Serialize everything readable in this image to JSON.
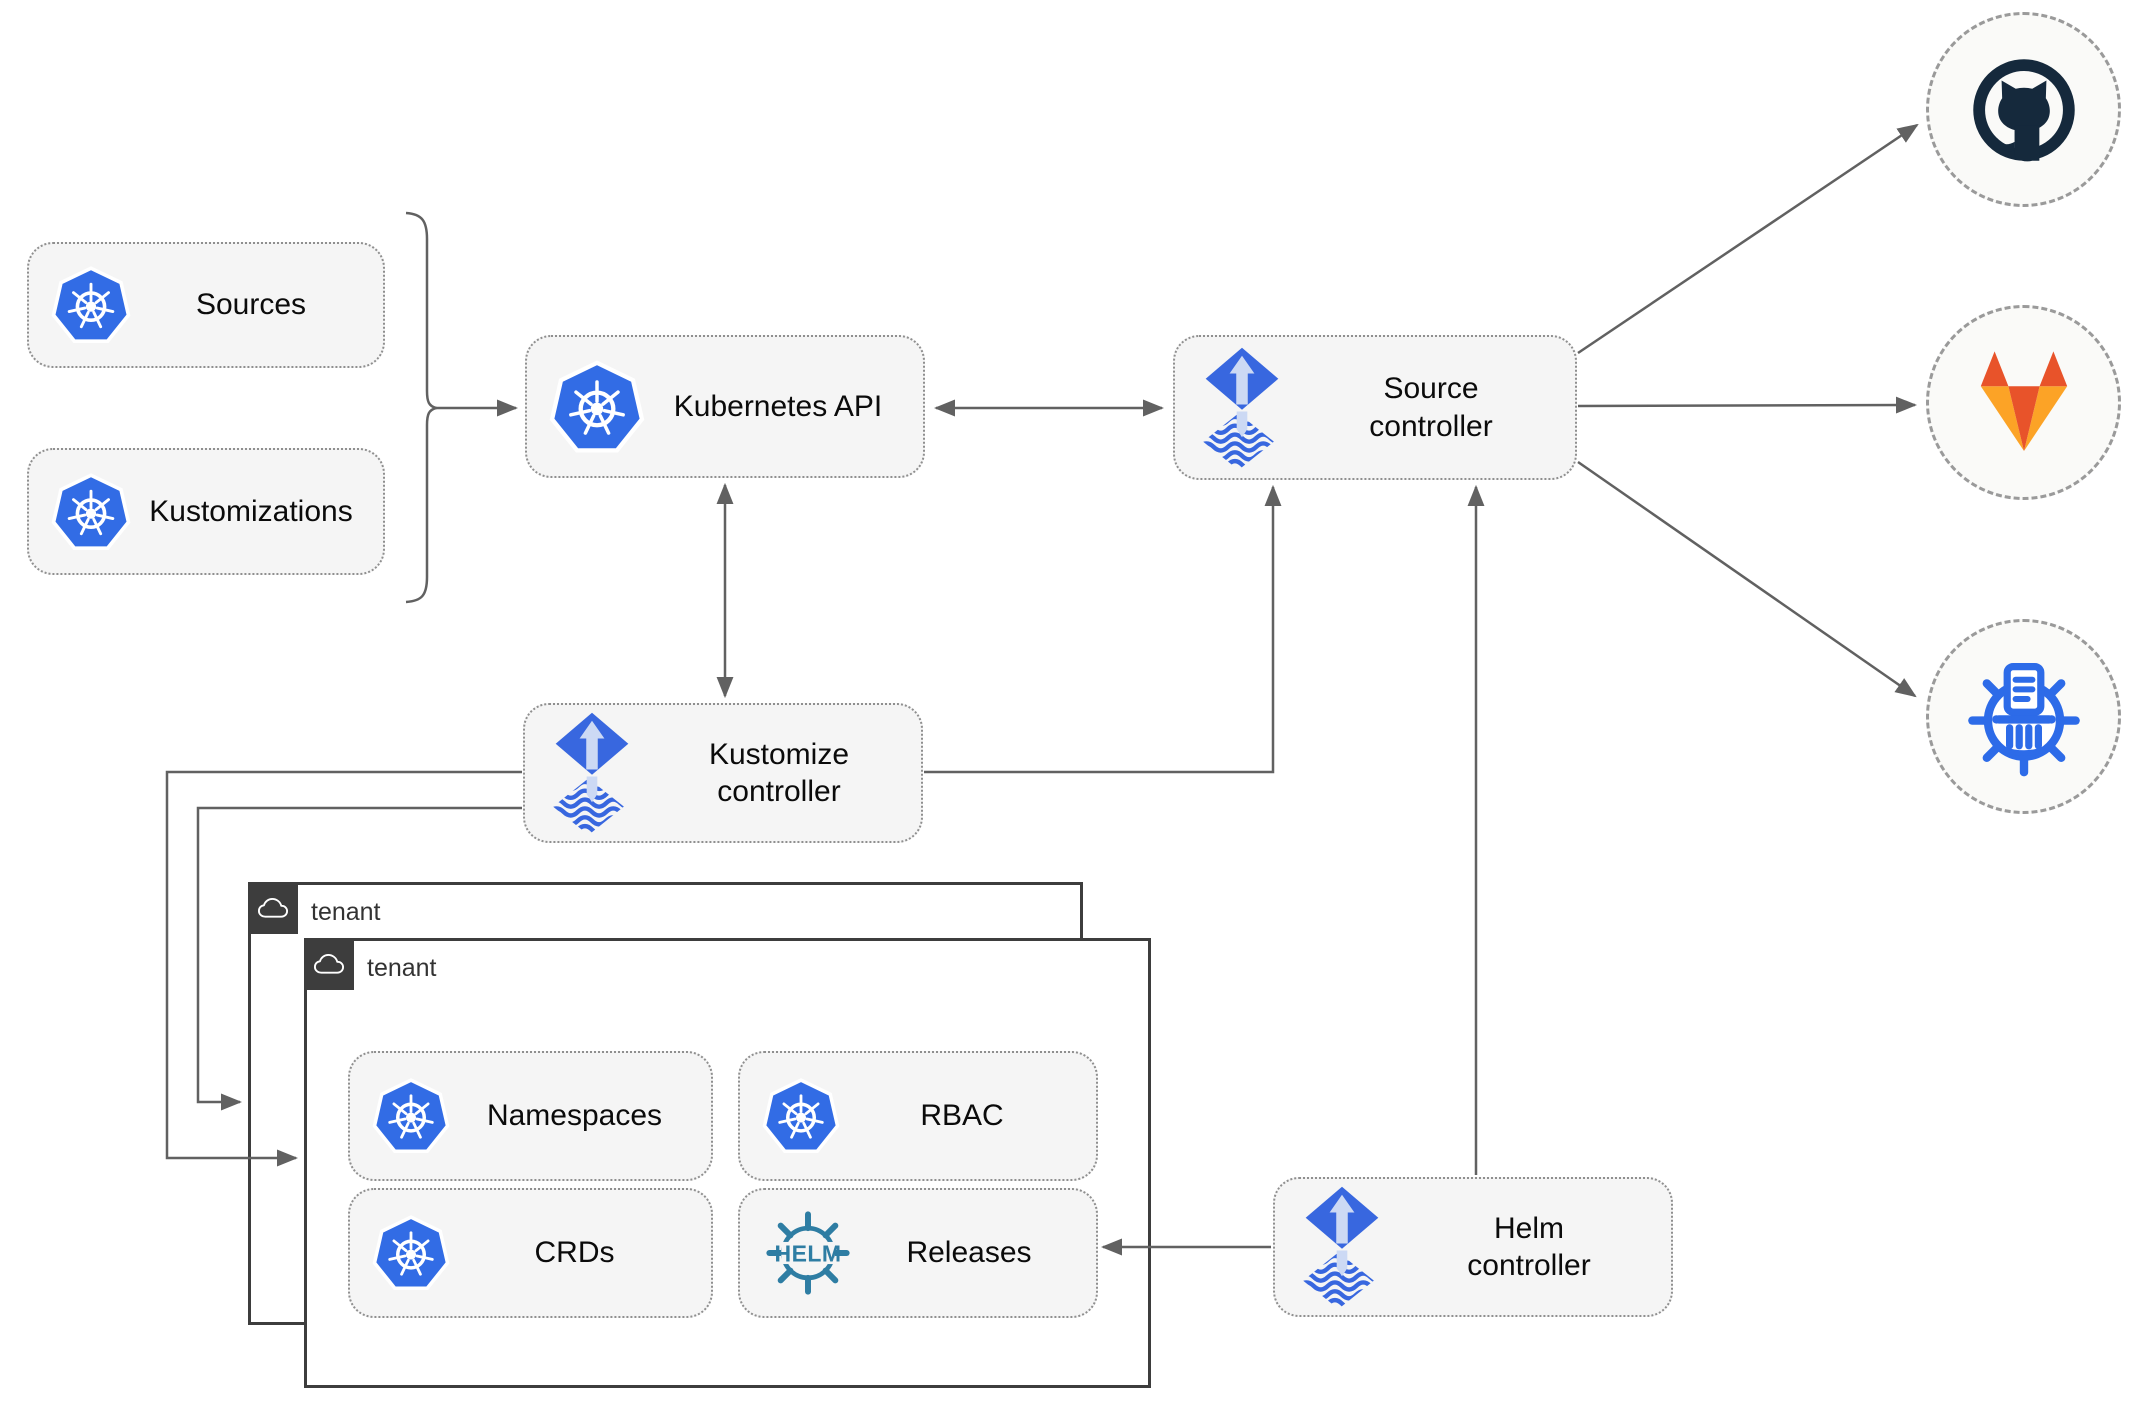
{
  "nodes": {
    "sources": {
      "label": "Sources",
      "icon": "kubernetes-icon"
    },
    "kustomizations": {
      "label": "Kustomizations",
      "icon": "kubernetes-icon"
    },
    "kubernetes_api": {
      "label": "Kubernetes API",
      "icon": "kubernetes-icon"
    },
    "source_controller": {
      "label": "Source controller",
      "icon": "flux-icon"
    },
    "kustomize_controller": {
      "label": "Kustomize controller",
      "icon": "flux-icon"
    },
    "helm_controller": {
      "label": "Helm controller",
      "icon": "flux-icon"
    },
    "namespaces": {
      "label": "Namespaces",
      "icon": "kubernetes-icon"
    },
    "rbac": {
      "label": "RBAC",
      "icon": "kubernetes-icon"
    },
    "crds": {
      "label": "CRDs",
      "icon": "kubernetes-icon"
    },
    "releases": {
      "label": "Releases",
      "icon": "helm-icon",
      "logo_text": "HELM"
    }
  },
  "groups": {
    "tenant_back": {
      "label": "tenant",
      "icon": "cloud-icon"
    },
    "tenant_front": {
      "label": "tenant",
      "icon": "cloud-icon"
    }
  },
  "external_targets": {
    "github": {
      "icon": "github-icon"
    },
    "gitlab": {
      "icon": "gitlab-icon"
    },
    "chartmuseum": {
      "icon": "chartmuseum-icon"
    }
  },
  "edges": [
    {
      "from": "sources/kustomizations brace",
      "to": "kubernetes_api",
      "style": "arrow"
    },
    {
      "from": "kubernetes_api",
      "to": "source_controller",
      "style": "double-arrow"
    },
    {
      "from": "kubernetes_api",
      "to": "kustomize_controller",
      "style": "double-arrow"
    },
    {
      "from": "kustomize_controller",
      "to": "source_controller",
      "style": "arrow"
    },
    {
      "from": "kustomize_controller",
      "to": "tenant_front",
      "style": "arrow"
    },
    {
      "from": "kustomize_controller",
      "to": "tenant_back",
      "style": "arrow"
    },
    {
      "from": "helm_controller",
      "to": "source_controller",
      "style": "arrow"
    },
    {
      "from": "helm_controller",
      "to": "releases",
      "style": "arrow"
    },
    {
      "from": "source_controller",
      "to": "github",
      "style": "arrow"
    },
    {
      "from": "source_controller",
      "to": "gitlab",
      "style": "arrow"
    },
    {
      "from": "source_controller",
      "to": "chartmuseum",
      "style": "arrow"
    }
  ],
  "colors": {
    "kubernetes_blue": "#326ce5",
    "flux_blue": "#3867df",
    "flux_arrow_light": "#ccd9f4",
    "helm_teal": "#2e7da3",
    "github_dark": "#15293c",
    "gitlab_red": "#e8532a",
    "gitlab_amber": "#fca326",
    "chartmuseum_blue": "#2d6be8",
    "connector_gray": "#616161",
    "node_fill": "#f5f5f5",
    "tenant_border": "#3d3d3d"
  }
}
